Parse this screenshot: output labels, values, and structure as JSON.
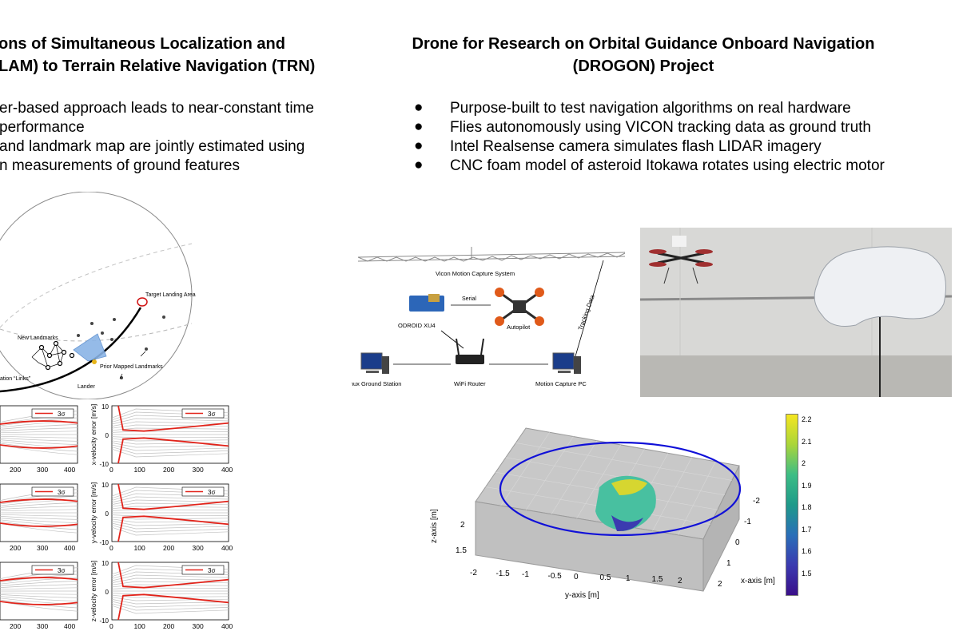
{
  "left": {
    "title_line1": "ons of Simultaneous Localization and",
    "title_line2": "LAM) to Terrain Relative Navigation (TRN)",
    "bullets": [
      "er-based approach leads to near-constant time",
      "performance",
      "and landmark map are jointly estimated using",
      "n measurements of ground features"
    ],
    "diagram": {
      "target_label": "Target Landing Area",
      "new_landmarks_label": "New Landmarks",
      "links_label": "ation “Links”",
      "prior_label": "Prior Mapped Landmarks",
      "lander_label": "Lander"
    },
    "plots": {
      "legend": "3σ",
      "x_ticks_left": [
        "200",
        "300",
        "400"
      ],
      "x_ticks_right": [
        "0",
        "100",
        "200",
        "300",
        "400"
      ],
      "y_ticks_top": [
        "10",
        "0",
        "-10"
      ],
      "ylabels": [
        "x-velocity error [m/s]",
        "y-velocity error [m/s]",
        "z-velocity error [m/s]"
      ],
      "colors": {
        "sigma": "#e2231a",
        "runs": "#c0c0c0"
      }
    }
  },
  "right": {
    "title_line1": "Drone for Research on Orbital Guidance Onboard Navigation",
    "title_line2": "(DROGON) Project",
    "bullet_marker": "●",
    "bullets": [
      "Purpose-built to test navigation algorithms on real hardware",
      "Flies autonomously using VICON tracking data as ground truth",
      "Intel Realsense camera simulates flash LIDAR imagery",
      "CNC foam model of asteroid Itokawa rotates using electric motor"
    ],
    "network": {
      "vicon_label": "Vicon Motion Capture System",
      "odroid_label": "ODROID XU4",
      "serial_label": "Serial",
      "autopilot_label": "Autopilot",
      "tracking_label": "Tracking Data",
      "linux_label": "Linux Ground Station",
      "wifi_label": "WiFi Router",
      "mocap_label": "Motion Capture PC"
    },
    "plot3d": {
      "xlabel": "x-axis [m]",
      "ylabel": "y-axis [m]",
      "zlabel": "z-axis [m]",
      "y_ticks": [
        "-2",
        "-1.5",
        "-1",
        "-0.5",
        "0",
        "0.5",
        "1",
        "1.5",
        "2"
      ],
      "x_ticks": [
        "-2",
        "-1",
        "0",
        "1",
        "2"
      ],
      "z_ticks": [
        "2",
        "1.5"
      ],
      "colorbar_ticks": [
        "2.2",
        "2.1",
        "2",
        "1.9",
        "1.8",
        "1.7",
        "1.6",
        "1.5"
      ],
      "trajectory_color": "#1010d8"
    }
  }
}
